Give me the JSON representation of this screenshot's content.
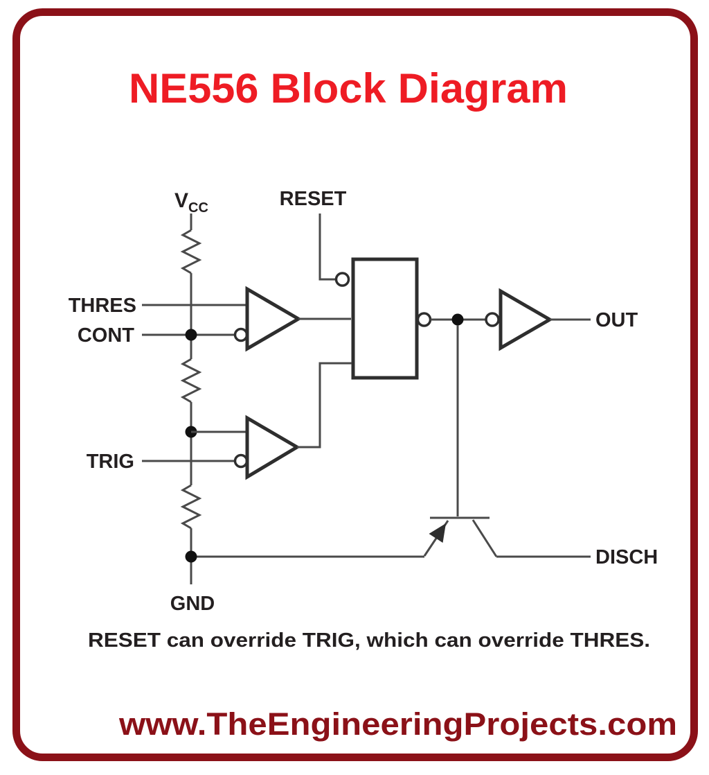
{
  "title": "NE556 Block Diagram",
  "caption": "RESET can override TRIG, which can override THRES.",
  "footer": {
    "website": "www.TheEngineeringProjects.com"
  },
  "pins": {
    "vcc": "V",
    "vcc_subscript": "CC",
    "reset": "RESET",
    "thres": "THRES",
    "cont": "CONT",
    "trig": "TRIG",
    "out": "OUT",
    "disch": "DISCH",
    "gnd": "GND"
  },
  "colors": {
    "maroon": "#8b1118",
    "red": "#ee1c24",
    "wire": "#4a4a4a",
    "component": "#2e2e2e",
    "label": "#231f20",
    "bg": "#ffffff"
  }
}
